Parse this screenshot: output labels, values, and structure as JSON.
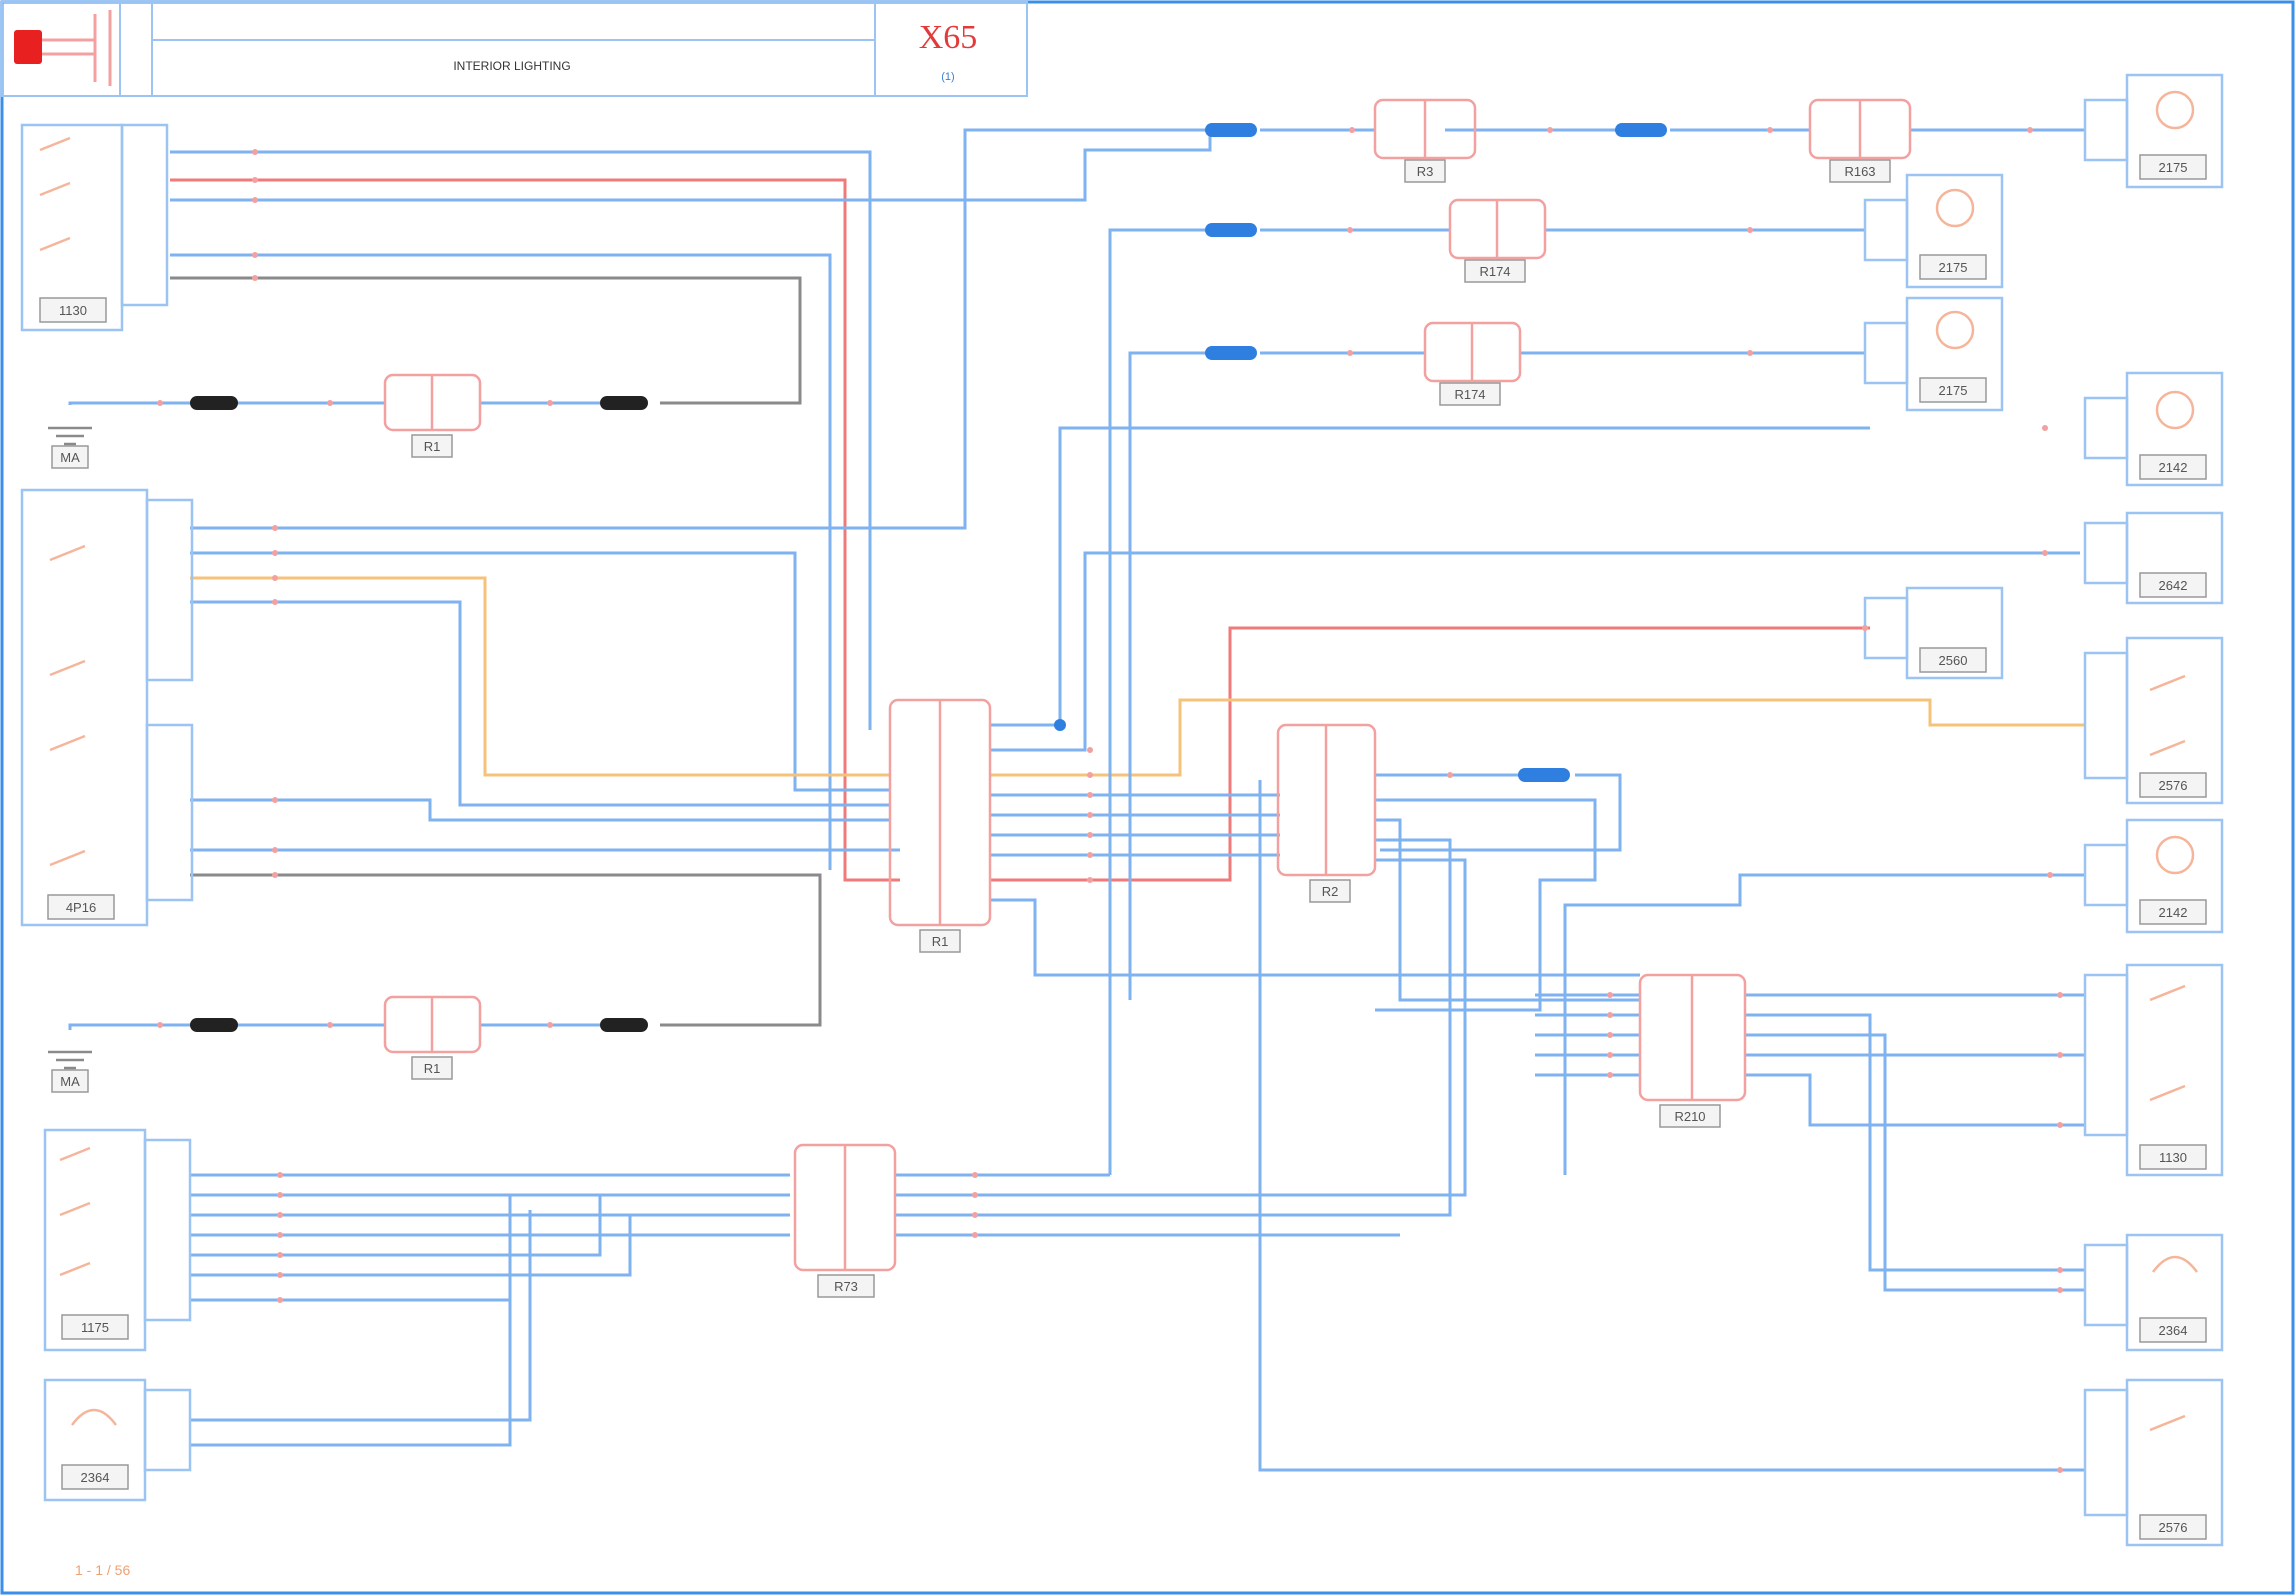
{
  "header": {
    "model_code": "X65",
    "subcode": "(1)",
    "title_text": "INTERIOR LIGHTING",
    "accent_color": "#e23a3a",
    "logo_icon": "plug-icon"
  },
  "footer": {
    "page_ref": "1 - 1 / 56"
  },
  "colors": {
    "wire_blue": "#7fb2f0",
    "wire_red": "#f07a7a",
    "wire_orange": "#f5c27a",
    "wire_grey": "#8a8a8a",
    "connector": "#f3a0a0",
    "splice_blue": "#2f7fe0",
    "splice_black": "#222222",
    "frame": "#3a8fe8"
  },
  "component_labels": {
    "switch_top": "1130",
    "switch_mid": "4P16",
    "switch_bottom": "1175",
    "lamp_bottom_left": "2364",
    "lamp_r1": "2175",
    "lamp_r2": "2175",
    "lamp_r3": "2175",
    "lamp_r4": "2142",
    "lamp_r5": "2642",
    "module_mid": "2560",
    "lamp_r6": "2576",
    "lamp_r7": "2142",
    "switch_r8": "1130",
    "lamp_r9": "2364",
    "lamp_r10": "2576",
    "ground_1": "MA",
    "ground_2": "MA",
    "conn_c1": "R1",
    "conn_c2": "R1",
    "conn_main": "R1",
    "conn_mid": "R2",
    "conn_top1": "R3",
    "conn_top2": "R163",
    "conn_top3": "R174",
    "conn_top4": "R174",
    "conn_right": "R210",
    "conn_bottom": "R73"
  }
}
